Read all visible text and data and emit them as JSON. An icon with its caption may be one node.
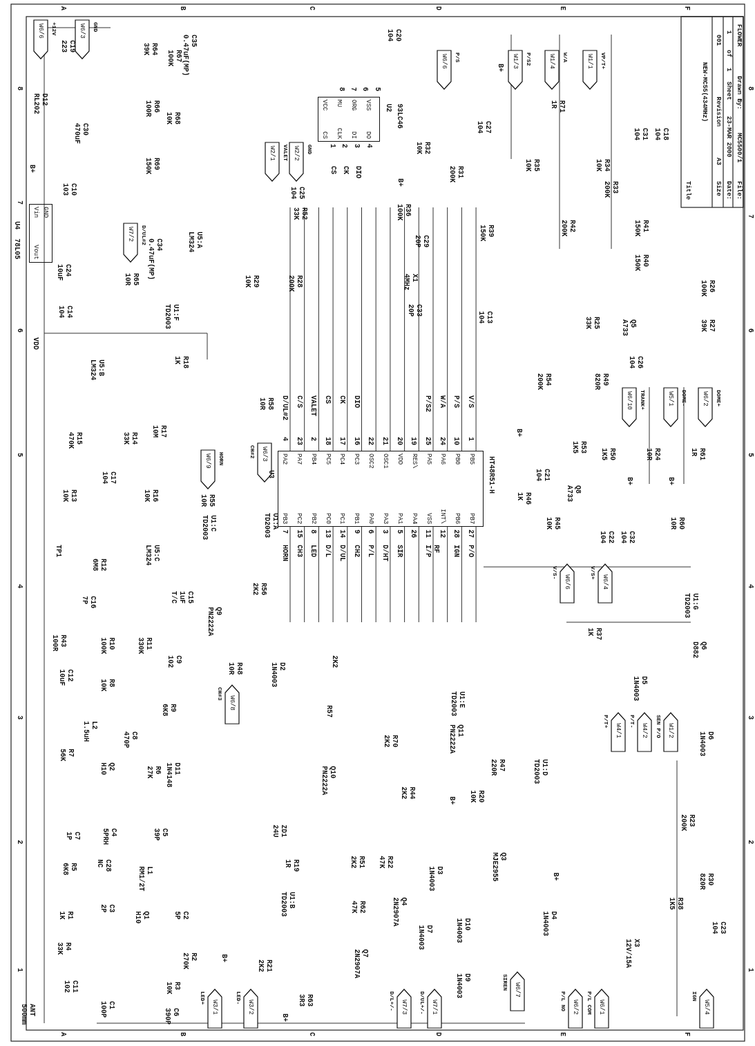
{
  "diagram": {
    "nodes": [
      {
        "text": [
          "W6/6"
        ],
        "beside": [
          "+12V"
        ]
      },
      {
        "text": [
          "W6/3"
        ],
        "beside": [
          "GND"
        ]
      },
      {
        "text": [
          "W2/1"
        ],
        "beside": [
          "VALET"
        ]
      },
      {
        "text": [
          "W2/2"
        ],
        "beside": [
          "GND"
        ]
      },
      {
        "text": [
          "W6/6"
        ],
        "beside": [
          "P/S"
        ]
      },
      {
        "text": [
          "W1/3"
        ],
        "beside": [
          "P/S2"
        ]
      },
      {
        "text": [
          "W1/4"
        ],
        "beside": [
          "W/A"
        ]
      },
      {
        "text": [
          "W1/1"
        ],
        "beside": [
          "VP/T+"
        ]
      },
      {
        "text": [
          "W7/2"
        ],
        "beside": [
          "D/UL#2"
        ]
      },
      {
        "text": [
          "W6/3"
        ],
        "beside": [
          "CH#2"
        ]
      },
      {
        "text": [
          "W6/9"
        ],
        "beside": [
          "HORN"
        ]
      },
      {
        "text": [
          "W6/10"
        ],
        "beside": [
          "TRANK+"
        ]
      },
      {
        "text": [
          "W5/1"
        ],
        "beside": [
          "DOME-"
        ]
      },
      {
        "text": [
          "W6/2"
        ],
        "beside": [
          "DOME+"
        ]
      },
      {
        "text": [
          "W6/6"
        ],
        "beside": [
          "V/S-"
        ]
      },
      {
        "text": [
          "W6/4"
        ],
        "beside": [
          "V/S+"
        ]
      },
      {
        "text": [
          "W6/8"
        ],
        "beside": [
          "CH#3"
        ]
      },
      {
        "text": [
          "W4/1"
        ],
        "beside": [
          "P/T+"
        ]
      },
      {
        "text": [
          "W4/2"
        ],
        "beside": [
          "P/T-"
        ]
      },
      {
        "text": [
          "W1/2"
        ],
        "beside": [
          "SEN P/O"
        ]
      },
      {
        "text": [
          "W3/1"
        ],
        "beside": [
          "LED+"
        ]
      },
      {
        "text": [
          "W3/2"
        ],
        "beside": [
          "LED-"
        ]
      },
      {
        "text": [
          "W7/3"
        ],
        "beside": [
          "D/L+/-"
        ]
      },
      {
        "text": [
          "W7/1"
        ],
        "beside": [
          "D/UL+/-"
        ]
      },
      {
        "text": [
          "W6/7"
        ],
        "beside": [
          "SIREN"
        ]
      },
      {
        "text": [
          "W6/2"
        ],
        "beside": [
          "P/L NO"
        ]
      },
      {
        "text": [
          "W6/1"
        ],
        "beside": [
          "P/L COM"
        ]
      },
      {
        "text": [
          "W5/4"
        ],
        "beside": [
          "IGN"
        ]
      },
      {
        "text": [
          "Vin",
          "GND",
          "Vout"
        ],
        "beside": [
          "U4",
          "78L05"
        ]
      },
      {
        "text": [
          "VCC",
          "MU",
          "ORG",
          "VSS",
          "CS",
          "CLK",
          "DI",
          "DO"
        ],
        "beside": [
          "U2",
          "93LC46"
        ]
      },
      {
        "text": [
          "PA2",
          "PA7",
          "PB4",
          "PC5",
          "PC4",
          "PC3",
          "OSC2",
          "OSC1",
          "VDD",
          "RES\\",
          "PA5",
          "PA6",
          "PB0",
          "PB5",
          "PB3",
          "PC2",
          "PB2",
          "PC0",
          "PC1",
          "PB1",
          "PA0",
          "PA3",
          "PA1",
          "PA4",
          "VSS",
          "INT\\",
          "PB6",
          "PB7"
        ],
        "beside": [
          "U3",
          "HT48R51-H"
        ]
      }
    ],
    "labels": [
      "A",
      "B",
      "C",
      "D",
      "E",
      "F",
      "8",
      "7",
      "6",
      "5",
      "4",
      "3",
      "2",
      "1",
      "8",
      "7",
      "6",
      "5",
      "4",
      "3",
      "2",
      "1",
      "A",
      "B",
      "C",
      "D",
      "E",
      "F",
      "Title",
      "NEW-MC55(434MHz)",
      "Size",
      "A3",
      "Revision",
      "001",
      "Date:",
      "23-MAR 2000",
      "Sheet",
      "1",
      "of",
      "1",
      "File:",
      "MC5500/1",
      "Drawn By:",
      "FLOWER",
      "C19 223",
      "R64 39K",
      "R67 100K",
      "C35 0.47uF(MP)",
      "C20 104",
      "D12 RL202",
      "C30 470uF",
      "R66 100R",
      "R68 10K",
      "R69 150K",
      "C10 103",
      "C34 0.47uF(MP)",
      "U5:A LM324",
      "R65 10R",
      "C24 10uF",
      "C14 104",
      "U1:F TD2003",
      "R29 10K",
      "R28 200K",
      "R52 33K",
      "C25 104",
      "R32 10K",
      "C27 104",
      "R31 200K",
      "R36 100K",
      "C29 20P",
      "R39 150K",
      "X1 4MHz",
      "C33 20P",
      "C13 104",
      "R71 1R",
      "C31 104",
      "C18 104",
      "R35 10K",
      "R34 10K",
      "R33 200K",
      "R42 200K",
      "R41 150K",
      "R40 150K",
      "R25 33K",
      "Q5 A733",
      "R26 100K",
      "R27 39K",
      "C26 104",
      "R54 200K",
      "R49 820R",
      "U5:B LM324",
      "R18 1K",
      "R17 10M",
      "R15 470K",
      "R14 33K",
      "C17 104",
      "R13 10K",
      "R16 10K",
      "R55 10R",
      "R58 10R",
      "U1:C TD2003",
      "U1:A TD2003",
      "R53 1K5",
      "R50 1K5",
      "C21 104",
      "Q8 A733",
      "R24 10R",
      "R61 1R",
      "R46 1K",
      "R45 10K",
      "C22 104",
      "C32 104",
      "R60 10R",
      "U1:G TD2003",
      "TP1",
      "R12 6M8",
      "U5:C LM324",
      "C16 7P",
      "C15 1uF T/C",
      "R56 2K2",
      "R43 100R",
      "R10 100K",
      "R11 330K",
      "C9 102",
      "Q9 PN2222A",
      "R37 1K",
      "Q6 D882",
      "C12 10uF",
      "R8 10K",
      "R9 6K8",
      "R48 10R",
      "D2 1N4003",
      "2K2",
      "R57",
      "D5 1N4003",
      "D6 1N4003",
      "R7 56K",
      "L2 1.5uH",
      "C8 470P",
      "Q2 H10",
      "R6 27K",
      "D11 1N4148",
      "Q10 PN2222A",
      "R70 2K2",
      "Q11 PN2222A",
      "U1:E TD2003",
      "R44 2K2",
      "R20 10K",
      "R47 220R",
      "U1:D TD2003",
      "C7 1P",
      "C4 5PRH",
      "C5 39P",
      "R5 6K8",
      "C28 NC",
      "L1 RM1/2T",
      "ZD1 24U",
      "R19 1R",
      "U1:B TD2003",
      "R51 2K2",
      "R22 47K",
      "R62 47K",
      "Q4 2N2907A",
      "Q7 2N2907A",
      "D3 1N4003",
      "D7 1N4003",
      "D10 1N4003",
      "D9 1N4003",
      "Q3 MJE2955",
      "D4 1N4003",
      "R23 200K",
      "R30 820R",
      "R38 1K5",
      "X3 12V/15A",
      "C23 104",
      "R1 1K",
      "C3 2P",
      "Q1 H10",
      "C2 5P",
      "R4 33K",
      "R2 270K",
      "C11 102",
      "R3 10K",
      "ANT 500mm",
      "C1 100P",
      "C6 390P",
      "R21 2K2",
      "R63 3R3",
      "VDD",
      "B+",
      "B+",
      "B+",
      "B+",
      "B+",
      "B+",
      "B+",
      "B+",
      "B+",
      "B+",
      "8",
      "7",
      "6",
      "5",
      "1",
      "2",
      "3",
      "4",
      "CS",
      "CK",
      "DIO",
      "4",
      "23",
      "2",
      "18",
      "17",
      "16",
      "22",
      "21",
      "20",
      "19",
      "25",
      "24",
      "10",
      "1",
      "D/UL#2",
      "C/S",
      "VALET",
      "CS",
      "CK",
      "DIO",
      "P/S2",
      "W/A",
      "P/S",
      "V/S",
      "7",
      "15",
      "8",
      "13",
      "14",
      "9",
      "6",
      "3",
      "5",
      "26",
      "11",
      "12",
      "28",
      "27",
      "HORN",
      "CH3",
      "LED",
      "D/L",
      "D/UL",
      "CH2",
      "P/L",
      "D/HT",
      "SIR",
      "RF I/P",
      "IGN",
      "P/O"
    ]
  }
}
